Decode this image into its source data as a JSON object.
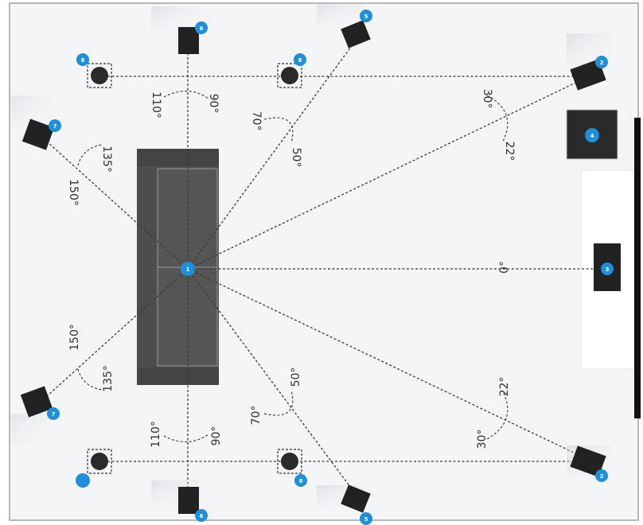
{
  "colors": {
    "room_bg": "#f3f5f7",
    "border": "#b8b8b8",
    "speaker": "#222222",
    "badge": "#1f8fdc",
    "sofa": "#4a4a4a",
    "tv_panel": "#ffffff"
  },
  "angles": {
    "a0": "0°",
    "a22_top": "22°",
    "a30_top": "30°",
    "a22_bottom": "22°",
    "a30_bottom": "30°",
    "a50_top": "50°",
    "a70_top": "70°",
    "a50_bottom": "50°",
    "a70_bottom": "70°",
    "a90_top": "90°",
    "a110_top": "110°",
    "a90_bottom": "90°",
    "a110_bottom": "110°",
    "a135_top": "135°",
    "a150_top": "150°",
    "a135_bottom": "135°",
    "a150_bottom": "150°"
  },
  "badges": {
    "listener": "1",
    "center": "3",
    "front_left": "2",
    "front_right": "2",
    "subwoofer": "4",
    "wide_top": "5",
    "wide_bottom": "5",
    "side_top": "6",
    "side_bottom": "6",
    "rear_top": "7",
    "rear_bottom": "7",
    "ceiling_front_top": "8",
    "ceiling_rear_top": "8",
    "ceiling_front_bottom": "8",
    "ceiling_rear_bottom": ""
  }
}
